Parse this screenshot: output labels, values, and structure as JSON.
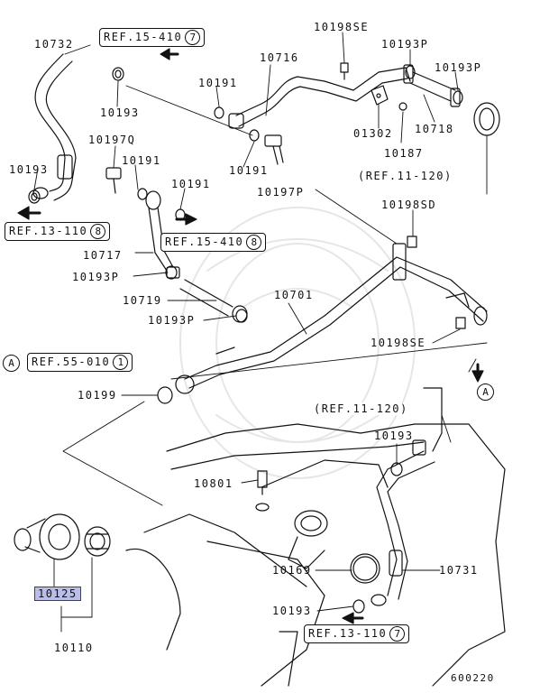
{
  "refs": {
    "ref_15_410_top": {
      "text": "REF.15-410",
      "num": "7"
    },
    "ref_13_110_left": {
      "text": "REF.13-110",
      "num": "8"
    },
    "ref_15_410_mid": {
      "text": "REF.15-410",
      "num": "8"
    },
    "ref_55_010": {
      "text": "REF.55-010",
      "num": "1"
    },
    "ref_13_110_bottom": {
      "text": "REF.13-110",
      "num": "7"
    },
    "ref_11_120_top": "(REF.11-120)",
    "ref_11_120_mid": "(REF.11-120)"
  },
  "markers": {
    "a_left": "A",
    "a_right": "A"
  },
  "parts": {
    "p10732": "10732",
    "p10193_a": "10193",
    "p10193_b": "10193",
    "p10191_a": "10191",
    "p10191_b": "10191",
    "p10191_c": "10191",
    "p10191_d": "10191",
    "p10197q": "10197Q",
    "p10716": "10716",
    "p10198se_top": "10198SE",
    "p10193p_a": "10193P",
    "p10193p_b": "10193P",
    "p01302": "01302",
    "p10718": "10718",
    "p10187": "10187",
    "p10197p": "10197P",
    "p10198sd": "10198SD",
    "p10717": "10717",
    "p10193p_c": "10193P",
    "p10719": "10719",
    "p10193p_d": "10193P",
    "p10701": "10701",
    "p10198se_mid": "10198SE",
    "p10199": "10199",
    "p10193_c": "10193",
    "p10801": "10801",
    "p10169": "10169",
    "p10731": "10731",
    "p10193_d": "10193",
    "p10125": "10125",
    "p10110": "10110"
  },
  "diagram_code": "600220",
  "colors": {
    "highlight": "#b9bde8",
    "line": "#111111"
  }
}
